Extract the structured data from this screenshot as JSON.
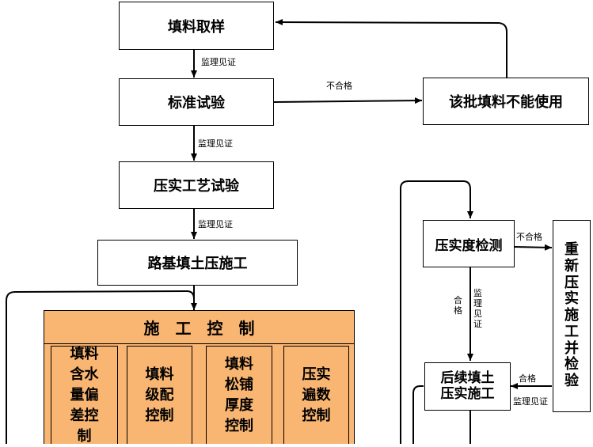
{
  "nodes": {
    "sampling": "填料取样",
    "standard_test": "标准试验",
    "compaction_test": "压实工艺试验",
    "subgrade_construction": "路基填土压施工",
    "unusable": "该批填料不能使用",
    "compaction_check": "压实度检测",
    "follow_up": "后续填土\n压实施工",
    "recompaction": "重\n新\n压\n实\n施\n工\n并\n检\n验"
  },
  "control": {
    "title": "施　工　控　制",
    "items": [
      "填料\n含水\n量偏\n差控\n制",
      "填料\n级配\n控制",
      "填料\n松铺\n厚度\n控制",
      "压实\n遍数\n控制"
    ]
  },
  "edge_labels": {
    "witness_1": "监理见证",
    "witness_2": "监理见证",
    "witness_3": "监理见证",
    "fail_1": "不合格",
    "fail_2": "不合格",
    "pass_vertical": "合\n格",
    "witness_vertical": "监\n理\n见\n证",
    "pass_back": "合格",
    "witness_back": "监理见证"
  },
  "colors": {
    "control_fill": "#F9B572",
    "line": "#000000"
  }
}
